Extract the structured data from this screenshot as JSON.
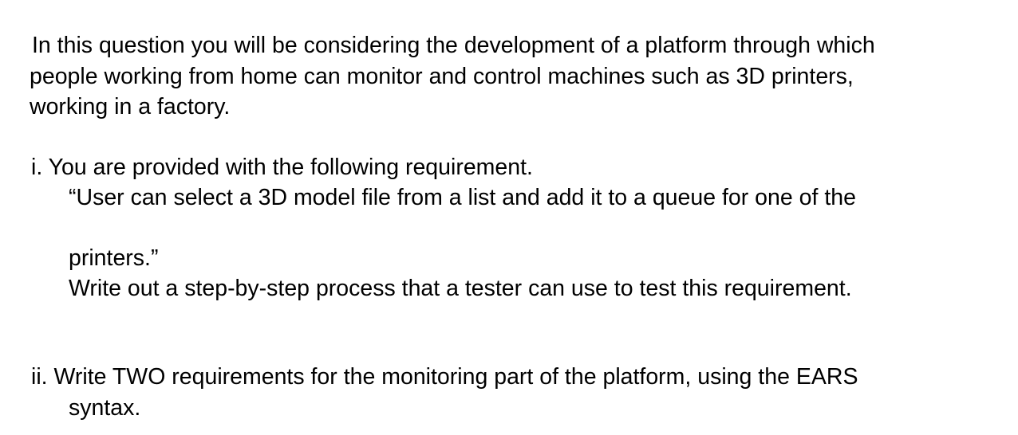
{
  "intro": {
    "line1": "In this question you will be considering the development of a platform through which",
    "line2": "people working from home can monitor and control machines such as 3D printers,",
    "line3": "working in a factory."
  },
  "part_i": {
    "heading": "i. You are provided with the following requirement.",
    "quote_line1": "“User can select a 3D model file from a list and add it to a queue for one of the",
    "quote_line2": "printers.”",
    "instruction": "Write out a step-by-step process that a tester can use to test this requirement."
  },
  "part_ii": {
    "line1": "ii. Write TWO requirements for the monitoring part of the platform, using the EARS",
    "line2": "syntax."
  }
}
